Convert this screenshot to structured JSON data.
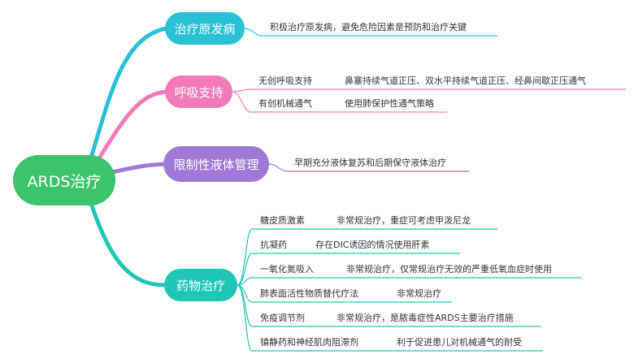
{
  "root": {
    "label": "ARDS治疗"
  },
  "branches": [
    {
      "label": "治疗原发病",
      "color": "#28c1d6",
      "items": [
        {
          "key": "积极治疗原发病，避免危险因素是预防和治疗关键",
          "desc": ""
        }
      ]
    },
    {
      "label": "呼吸支持",
      "color": "#f07bb8",
      "items": [
        {
          "key": "无创呼吸支持",
          "desc": "鼻塞持续气道正压、双水平持续气道正压、经鼻间歇正压通气"
        },
        {
          "key": "有创机械通气",
          "desc": "使用肺保护性通气策略"
        }
      ]
    },
    {
      "label": "限制性液体管理",
      "color": "#9f78d8",
      "items": [
        {
          "key": "早期充分液体复苏和后期保守液体治疗",
          "desc": ""
        }
      ]
    },
    {
      "label": "药物治疗",
      "color": "#1fc6b5",
      "items": [
        {
          "key": "糖皮质激素",
          "desc": "非常规治疗，重症可考虑甲泼尼龙"
        },
        {
          "key": "抗凝药",
          "desc": "存在DIC诱因的情况使用肝素"
        },
        {
          "key": "一氧化氮吸入",
          "desc": "非常规治疗，仅常规治疗无效的严重低氧血症时使用"
        },
        {
          "key": "肺表面活性物质替代疗法",
          "desc": "非常规治疗"
        },
        {
          "key": "免疫调节剂",
          "desc": "非常规治疗，是脓毒症性ARDS主要治疗措施"
        },
        {
          "key": "镇静药和神经肌肉阻滞剂",
          "desc": "利于促进患儿对机械通气的耐受"
        }
      ]
    }
  ]
}
